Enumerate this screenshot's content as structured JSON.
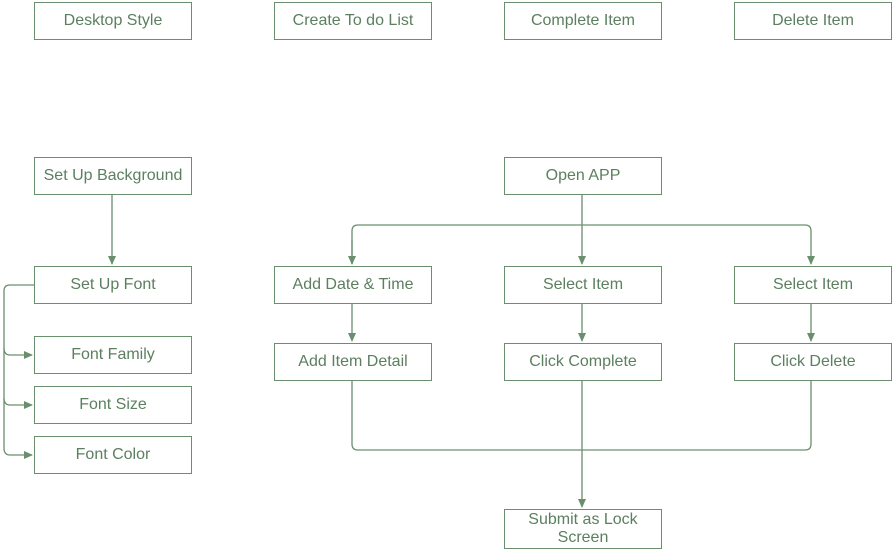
{
  "colors": {
    "stroke": "#6a8f6e",
    "text": "#5b7f5f",
    "background": "#ffffff"
  },
  "header": {
    "desktop_style": "Desktop Style",
    "create_todo": "Create To do List",
    "complete_item": "Complete Item",
    "delete_item": "Delete Item"
  },
  "desktop": {
    "set_up_background": "Set Up Background",
    "set_up_font": "Set Up Font",
    "font_family": "Font Family",
    "font_size": "Font Size",
    "font_color": "Font Color"
  },
  "flow": {
    "open_app": "Open APP",
    "add_date_time": "Add Date & Time",
    "add_item_detail": "Add Item Detail",
    "select_item_complete": "Select Item",
    "click_complete": "Click Complete",
    "select_item_delete": "Select Item",
    "click_delete": "Click Delete",
    "submit_lock_screen": "Submit as Lock Screen"
  }
}
